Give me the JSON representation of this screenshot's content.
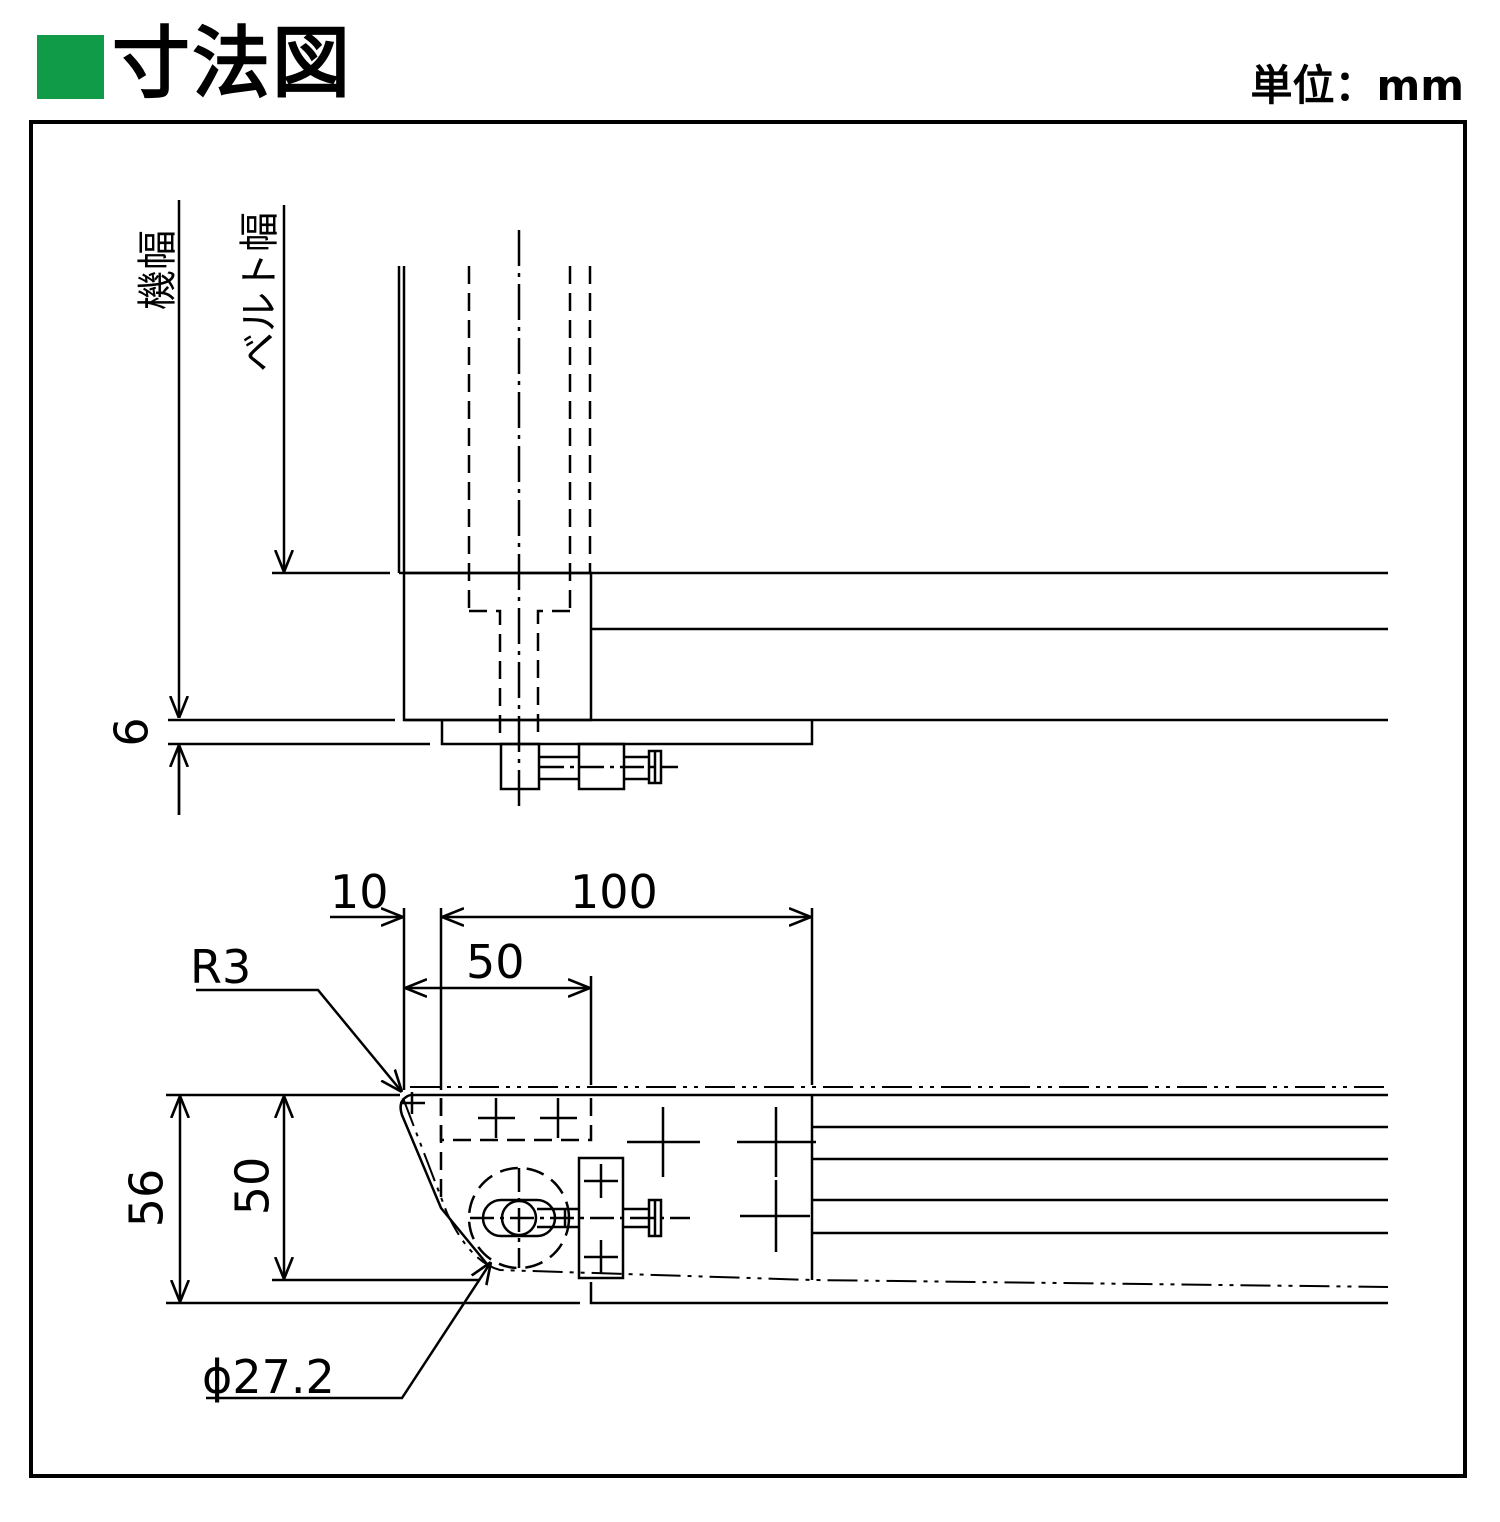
{
  "header": {
    "title": "寸法図",
    "unit": "単位：mm",
    "accent_color": "#0f9b48"
  },
  "labels": {
    "machine_width": "機幅",
    "belt_width": "ベルト幅",
    "dim_6": "6",
    "dim_10": "10",
    "dim_100": "100",
    "dim_50_horizontal": "50",
    "radius": "R3",
    "dim_56": "56",
    "dim_50_vertical": "50",
    "diameter": "ϕ27.2"
  }
}
